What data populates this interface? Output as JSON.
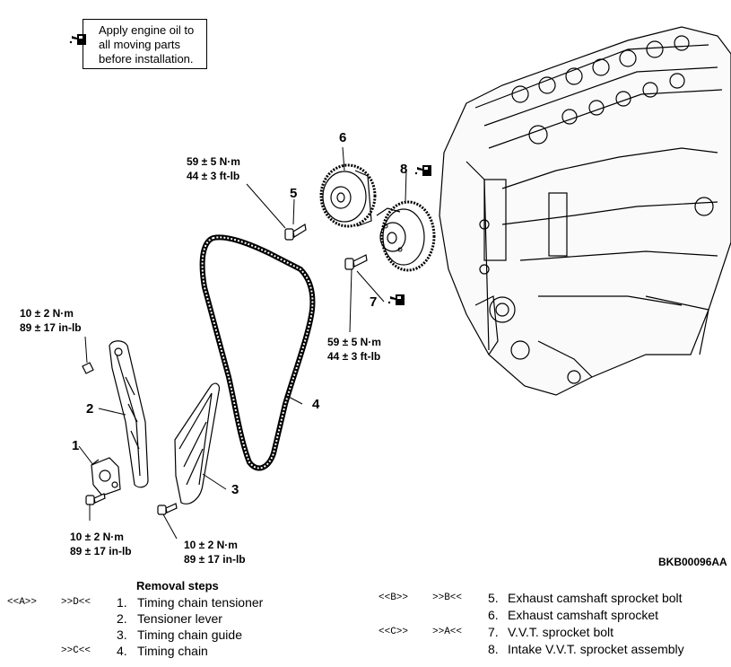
{
  "note": {
    "lines": [
      "Apply engine oil to",
      "all moving parts",
      "before installation."
    ],
    "icon": "oil-can-icon"
  },
  "torque_specs": {
    "t5_nm": "59 ± 5 N·m",
    "t5_ftlb": "44 ± 3 ft-lb",
    "t7_nm": "59 ± 5 N·m",
    "t7_ftlb": "44 ± 3 ft-lb",
    "t2_nm": "10 ± 2 N·m",
    "t2_inlb": "89 ± 17 in-lb",
    "t1_nm": "10 ± 2 N·m",
    "t1_inlb": "89 ± 17 in-lb",
    "t3_nm": "10 ± 2 N·m",
    "t3_inlb": "89 ± 17 in-lb"
  },
  "part_numbers": {
    "p1": "1",
    "p2": "2",
    "p3": "3",
    "p4": "4",
    "p5": "5",
    "p6": "6",
    "p7": "7",
    "p8": "8"
  },
  "figure_code": "BKB00096AA",
  "removal": {
    "title": "Removal steps",
    "steps": [
      {
        "ref1": "<<A>>",
        "ref2": ">>D<<",
        "num": "1.",
        "text": "Timing chain tensioner"
      },
      {
        "ref1": "",
        "ref2": "",
        "num": "2.",
        "text": "Tensioner lever"
      },
      {
        "ref1": "",
        "ref2": "",
        "num": "3.",
        "text": "Timing chain guide"
      },
      {
        "ref1": "",
        "ref2": ">>C<<",
        "num": "4.",
        "text": "Timing chain"
      },
      {
        "ref1": "<<B>>",
        "ref2": ">>B<<",
        "num": "5.",
        "text": "Exhaust camshaft sprocket bolt"
      },
      {
        "ref1": "",
        "ref2": "",
        "num": "6.",
        "text": "Exhaust camshaft sprocket"
      },
      {
        "ref1": "<<C>>",
        "ref2": ">>A<<",
        "num": "7.",
        "text": "V.V.T. sprocket bolt"
      },
      {
        "ref1": "",
        "ref2": "",
        "num": "8.",
        "text": "Intake V.V.T. sprocket assembly"
      }
    ]
  }
}
